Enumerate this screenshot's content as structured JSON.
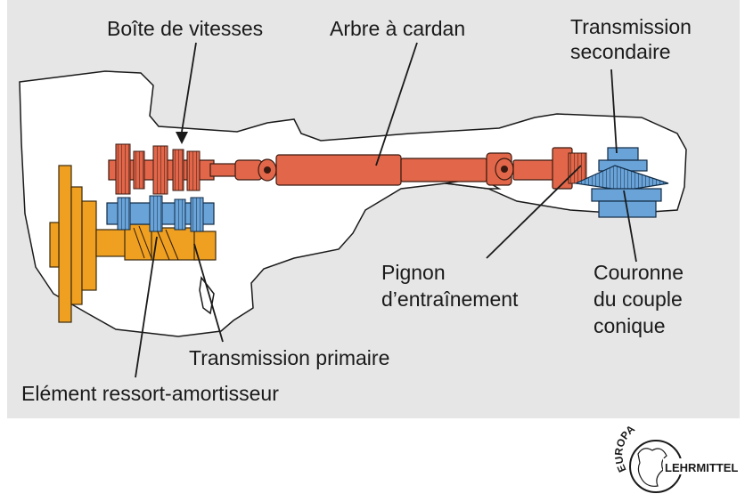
{
  "labels": {
    "gearbox": "Boîte de vitesses",
    "cardan_shaft": "Arbre à cardan",
    "secondary_line1": "Transmission",
    "secondary_line2": "secondaire",
    "pinion_line1": "Pignon",
    "pinion_line2": "d’entraînement",
    "crown_line1": "Couronne",
    "crown_line2": "du couple",
    "crown_line3": "conique",
    "primary": "Transmission primaire",
    "damper": "Elément ressort-amortisseur"
  },
  "logo": {
    "arc_text": "EUROPA",
    "main_text": "LEHRMITTEL"
  },
  "colors": {
    "panel": "#e6e6e6",
    "orange": "#f0a020",
    "red": "#e2674a",
    "blue": "#6aa3d8"
  }
}
